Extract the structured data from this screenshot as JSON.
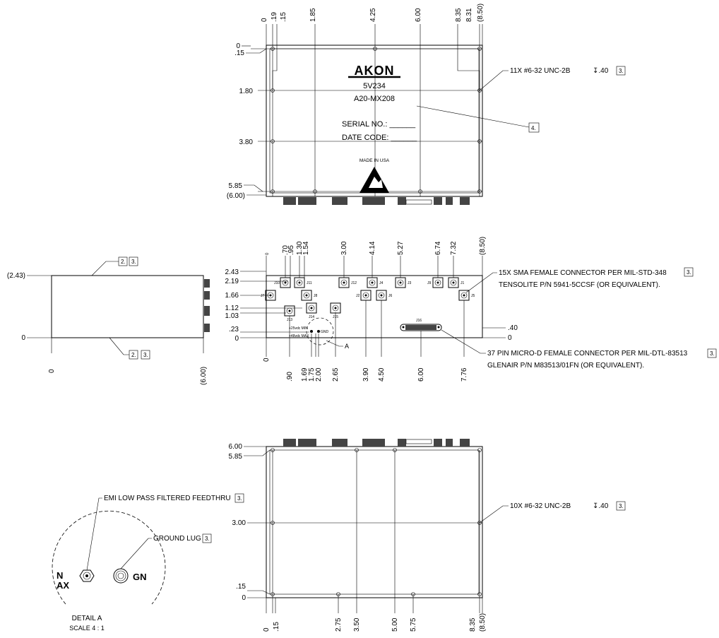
{
  "brand": "AKON",
  "part_number": "5V234",
  "model_number": "A20-MX208",
  "serial_label": "SERIAL NO.: ______",
  "date_code_label": "DATE CODE: ______",
  "made_in": "MADE IN USA",
  "notes": {
    "top_holes": "11X #6-32 UNC-2B",
    "top_holes_depth": "↧.40",
    "note_3": "3.",
    "note_4": "4.",
    "note_2": "2.",
    "sma_line1": "15X SMA FEMALE CONNECTOR PER MIL-STD-348",
    "sma_line2": "TENSOLITE P/N 5941-5CCSF (OR EQUIVALENT).",
    "microd_line1": "37 PIN MICRO-D FEMALE CONNECTOR PER MIL-DTL-83513",
    "microd_line2": "GLENAIR P/N M83513/01FN  (OR EQUIVALENT).",
    "bottom_holes": "10X #6-32 UNC-2B",
    "bottom_holes_depth": "↧.40",
    "emi": "EMI LOW PASS FILTERED FEEDTHRU",
    "ground_lug": "GROUND LUG",
    "detail_a": "DETAIL A",
    "scale": "SCALE 4 : 1",
    "detail_ref": "A",
    "power_min": "+25vdc MIN",
    "power_max": "+48vdc MAX",
    "gnd": "GND",
    "detail_n": "N",
    "detail_ax": "AX",
    "detail_gn": "GN"
  },
  "top_view": {
    "x_dims": [
      "0",
      ".19",
      ".15",
      "1.85",
      "4.25",
      "6.00",
      "8.35",
      "8.31",
      "(8.50)"
    ],
    "y_dims": [
      "0",
      ".15",
      "1.80",
      "3.80",
      "5.85",
      "(6.00)"
    ]
  },
  "side_view": {
    "y_dims": [
      "(2.43)",
      "0"
    ],
    "x_dims": [
      "0",
      "(6.00)"
    ]
  },
  "front_view": {
    "top_dims": [
      "0",
      ".70",
      ".95",
      "1.30",
      "1.54",
      "3.00",
      "4.14",
      "5.27",
      "6.74",
      "7.32",
      "(8.50)"
    ],
    "bottom_dims": [
      ".90",
      "1.69",
      "1.75",
      "2.00",
      "2.65",
      "3.90",
      "4.50",
      "6.00",
      "7.76",
      "0"
    ],
    "y_dims": [
      "2.43",
      "2.19",
      "1.66",
      "1.12",
      "1.03",
      ".23",
      "0"
    ],
    "right_dims": [
      ".40",
      "0"
    ],
    "connectors": [
      "J10",
      "J11",
      "J12",
      "J4",
      "J3",
      "J9",
      "J1",
      "J7",
      "J8",
      "J2",
      "J6",
      "J5",
      "J14",
      "J15",
      "J13",
      "J16"
    ]
  },
  "bottom_view": {
    "y_dims": [
      "6.00",
      "5.85",
      "3.00",
      ".15",
      "0"
    ],
    "x_dims": [
      "0",
      ".15",
      "2.75",
      "3.50",
      "5.00",
      "5.75",
      "8.35",
      "(8.50)"
    ]
  }
}
